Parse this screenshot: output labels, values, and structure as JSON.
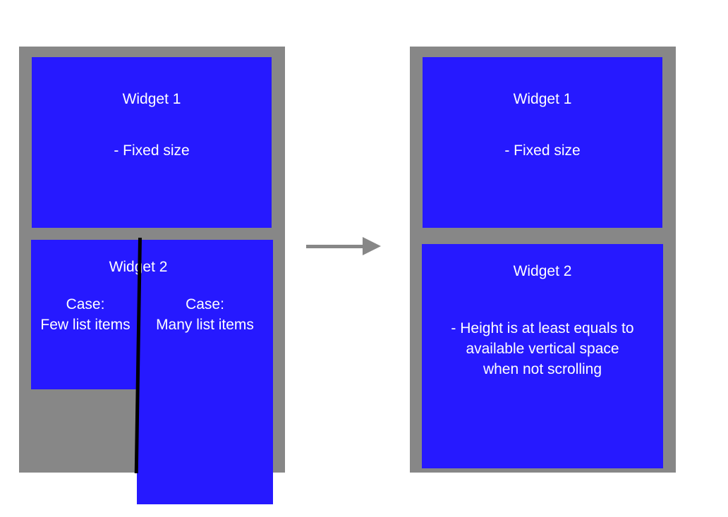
{
  "colors": {
    "frame": "#878787",
    "widget": "#2619ff",
    "text": "#ffffff",
    "divider": "#000000",
    "arrow": "#878787"
  },
  "left_panel": {
    "widget1": {
      "title": "Widget 1",
      "note": "- Fixed size"
    },
    "widget2": {
      "title": "Widget 2",
      "case_few": {
        "line1": "Case:",
        "line2": "Few list items"
      },
      "case_many": {
        "line1": "Case:",
        "line2": "Many list items"
      }
    }
  },
  "right_panel": {
    "widget1": {
      "title": "Widget 1",
      "note": "- Fixed size"
    },
    "widget2": {
      "title": "Widget 2",
      "note_lines": [
        "- Height is at least equals to",
        "available vertical space",
        "when not scrolling"
      ]
    }
  },
  "arrow_icon": "right-arrow-icon"
}
